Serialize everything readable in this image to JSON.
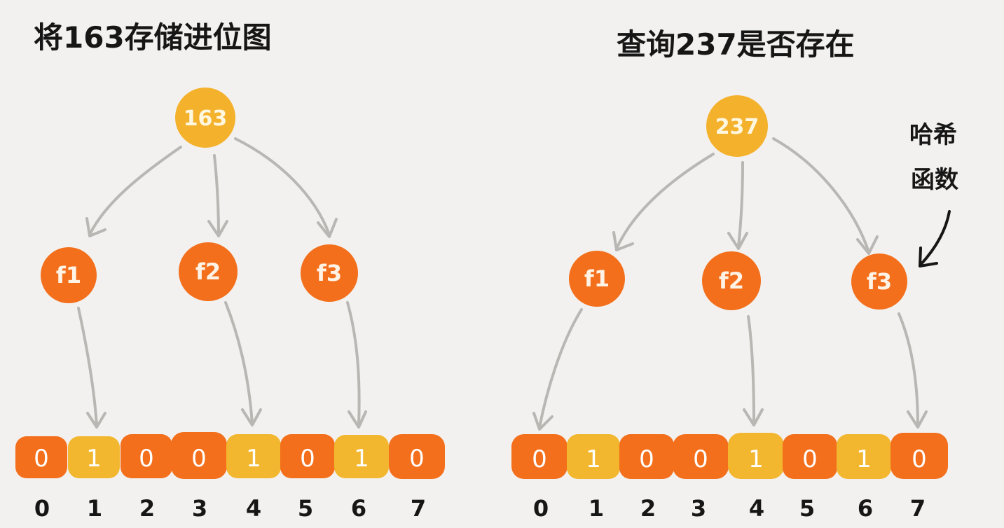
{
  "colors": {
    "background": "#f3f1ef",
    "input_node": "#f4b12c",
    "hash_node": "#f36f1c",
    "bit_zero": "#f36f1c",
    "bit_one": "#f2b72f",
    "arrow": "#b9b7b4",
    "text": "#161616"
  },
  "panels": [
    {
      "title": "将163存储进位图",
      "input": "163",
      "functions": [
        "f1",
        "f2",
        "f3"
      ],
      "bits": [
        "0",
        "1",
        "0",
        "0",
        "1",
        "0",
        "1",
        "0"
      ],
      "indices": [
        "0",
        "1",
        "2",
        "3",
        "4",
        "5",
        "6",
        "7"
      ],
      "targets": [
        1,
        4,
        6
      ]
    },
    {
      "title": "查询237是否存在",
      "input": "237",
      "functions": [
        "f1",
        "f2",
        "f3"
      ],
      "bits": [
        "0",
        "1",
        "0",
        "0",
        "1",
        "0",
        "1",
        "0"
      ],
      "indices": [
        "0",
        "1",
        "2",
        "3",
        "4",
        "5",
        "6",
        "7"
      ],
      "targets": [
        0,
        4,
        7
      ]
    }
  ],
  "annotation": {
    "line1": "哈希",
    "line2": "函数"
  }
}
